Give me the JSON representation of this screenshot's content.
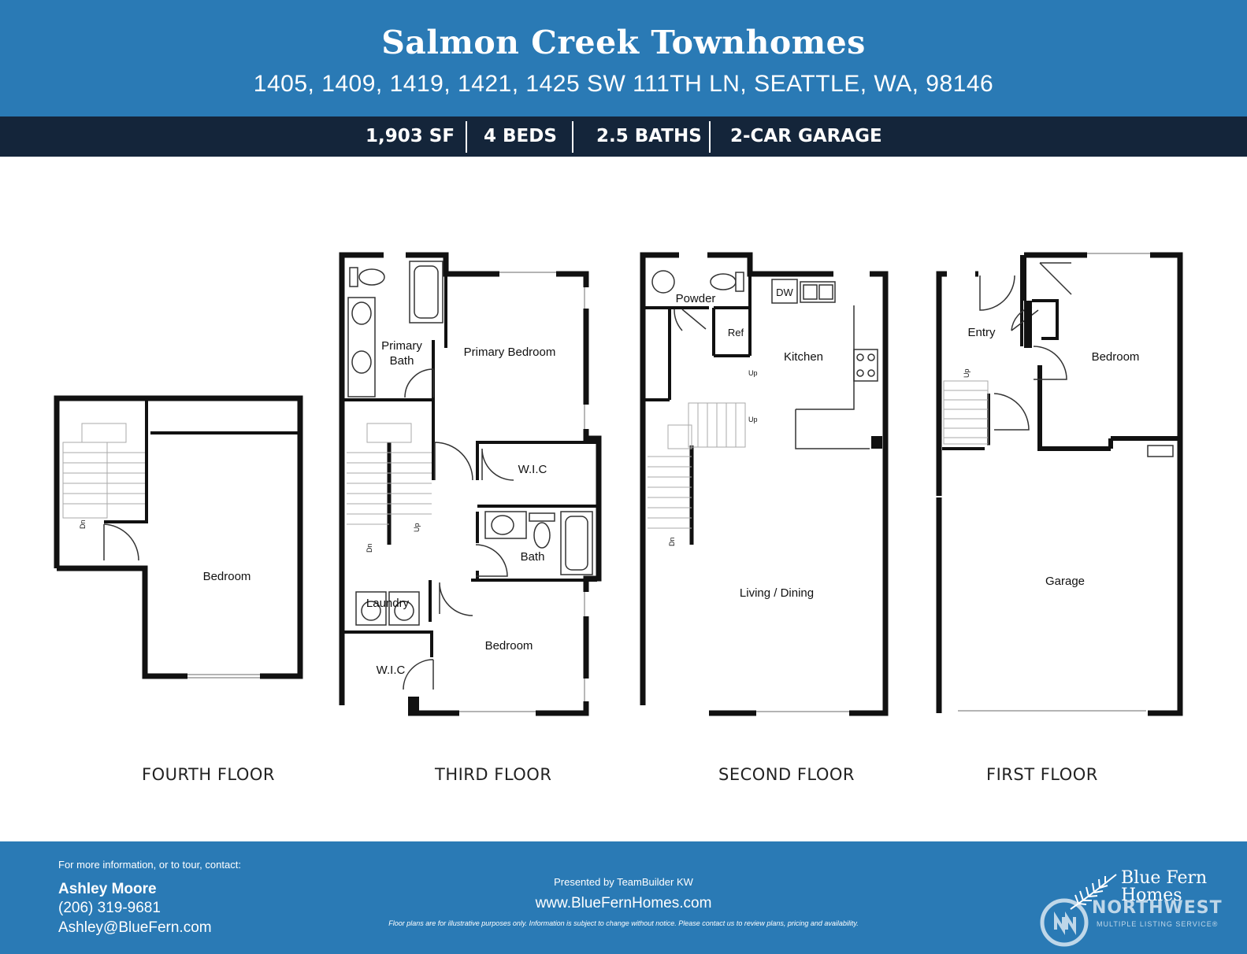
{
  "header": {
    "title": "Salmon Creek Townhomes",
    "address": "1405, 1409, 1419, 1421, 1425 SW 111TH LN, SEATTLE, WA, 98146"
  },
  "specs": {
    "sf": "1,903 SF",
    "beds": "4 BEDS",
    "baths": "2.5 BATHS",
    "garage": "2-CAR GARAGE"
  },
  "floors": {
    "fourth": {
      "label": "FOURTH FLOOR",
      "rooms": {
        "bedroom": "Bedroom"
      },
      "stair": {
        "dn": "Dn"
      }
    },
    "third": {
      "label": "THIRD FLOOR",
      "rooms": {
        "primary_bath_line1": "Primary",
        "primary_bath_line2": "Bath",
        "primary_bedroom": "Primary Bedroom",
        "wic_top": "W.I.C",
        "bath": "Bath",
        "laundry": "Laundry",
        "wic_bottom": "W.I.C",
        "bedroom": "Bedroom"
      },
      "stair": {
        "up": "Up",
        "dn": "Dn"
      }
    },
    "second": {
      "label": "SECOND FLOOR",
      "rooms": {
        "powder": "Powder",
        "dw": "DW",
        "ref": "Ref",
        "kitchen": "Kitchen",
        "living_dining": "Living / Dining"
      },
      "stair": {
        "up1": "Up",
        "up2": "Up",
        "dn": "Dn"
      }
    },
    "first": {
      "label": "FIRST FLOOR",
      "rooms": {
        "entry": "Entry",
        "bedroom": "Bedroom",
        "garage": "Garage"
      },
      "stair": {
        "up": "Up"
      }
    }
  },
  "footer": {
    "contact_intro": "For more information, or to tour, contact:",
    "agent_name": "Ashley Moore",
    "agent_phone": "(206) 319-9681",
    "agent_email": "Ashley@BlueFern.com",
    "presented_by": "Presented by TeamBuilder KW",
    "website": "www.BlueFernHomes.com",
    "disclaimer": "Floor plans are for illustrative purposes only. Information is subject to change without notice. Please contact us to review plans, pricing and availability.",
    "brand_line1": "Blue Fern",
    "brand_line2": "Homes",
    "mls_name": "NORTHWEST",
    "mls_sub": "MULTIPLE LISTING SERVICE®"
  },
  "colors": {
    "header_blue": "#2a7ab5",
    "spec_bar": "#14253a",
    "wall": "#111111"
  }
}
